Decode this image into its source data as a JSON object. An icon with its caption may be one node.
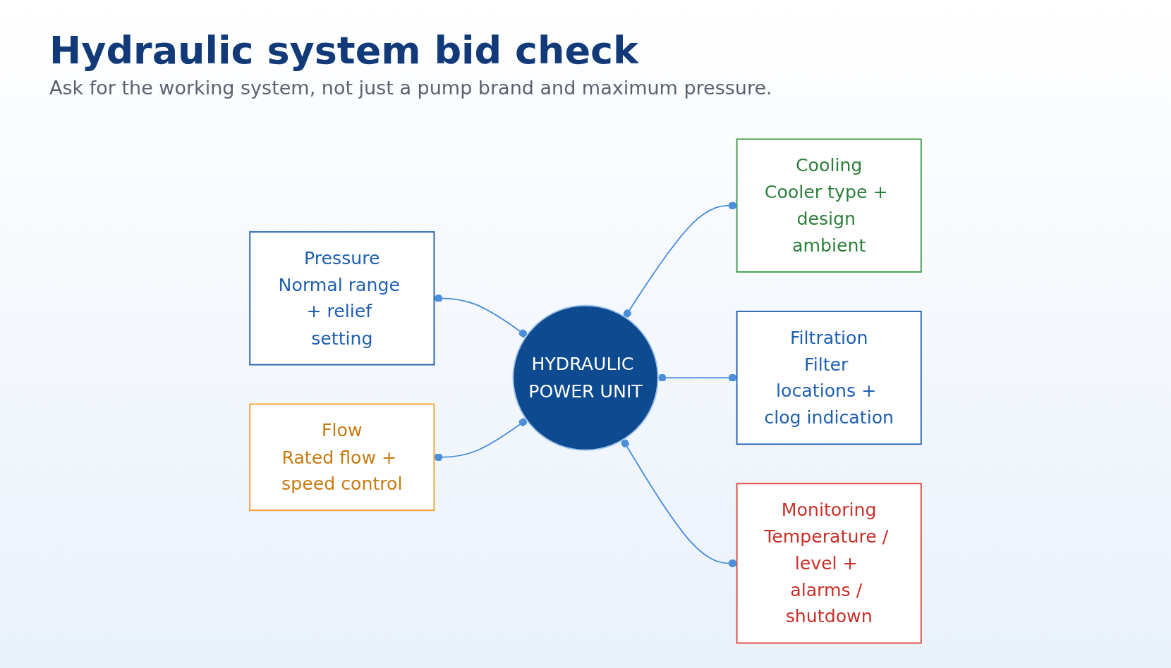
{
  "diagram": {
    "title": "Hydraulic system bid check",
    "caption": "Ask for the working system, not just a pump brand and maximum pressure.",
    "nodes": [
      {
        "text": [
          "HYDRAULIC POWER UNIT"
        ]
      },
      {
        "text": [
          "Pressure",
          "Normal range + relief setting"
        ]
      },
      {
        "text": [
          "Cooling",
          "Cooler type + design ambient"
        ]
      },
      {
        "text": [
          "Flow",
          "Rated flow + speed control"
        ]
      },
      {
        "text": [
          "Filtration",
          "Filter locations + clog indication"
        ]
      },
      {
        "text": [
          "Monitoring",
          "Temperature / level + alarms / shutdown"
        ]
      }
    ],
    "edges": [
      {
        "from": 1,
        "to": 0,
        "arrow": "other"
      },
      {
        "from": 0,
        "to": 2,
        "arrow": "other"
      },
      {
        "from": 3,
        "to": 0,
        "arrow": "other"
      },
      {
        "from": 0,
        "to": 4,
        "arrow": "other"
      },
      {
        "from": 0,
        "to": 5,
        "arrow": "other"
      }
    ]
  }
}
